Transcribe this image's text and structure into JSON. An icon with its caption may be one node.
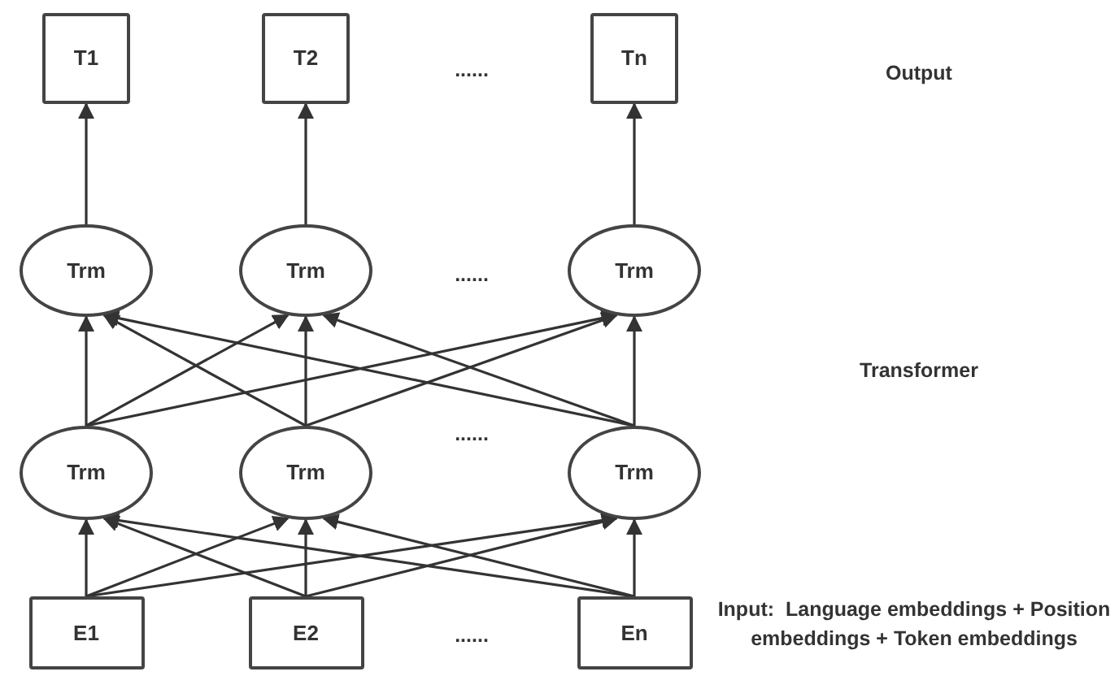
{
  "diagram": {
    "nodes": [
      {
        "text": [
          "T1"
        ]
      },
      {
        "text": [
          "T2"
        ]
      },
      {
        "text": [
          "Tn"
        ]
      },
      {
        "text": [
          "Trm"
        ]
      },
      {
        "text": [
          "Trm"
        ]
      },
      {
        "text": [
          "Trm"
        ]
      },
      {
        "text": [
          "Trm"
        ]
      },
      {
        "text": [
          "Trm"
        ]
      },
      {
        "text": [
          "Trm"
        ]
      },
      {
        "text": [
          "E1"
        ]
      },
      {
        "text": [
          "E2"
        ]
      },
      {
        "text": [
          "En"
        ]
      }
    ],
    "edges": [
      {
        "from": 3,
        "to": 0,
        "arrow": "to"
      },
      {
        "from": 4,
        "to": 1,
        "arrow": "to"
      },
      {
        "from": 5,
        "to": 2,
        "arrow": "to"
      },
      {
        "from": 6,
        "to": 3,
        "arrow": "to"
      },
      {
        "from": 6,
        "to": 4,
        "arrow": "to"
      },
      {
        "from": 6,
        "to": 5,
        "arrow": "to"
      },
      {
        "from": 7,
        "to": 3,
        "arrow": "to"
      },
      {
        "from": 7,
        "to": 4,
        "arrow": "to"
      },
      {
        "from": 7,
        "to": 5,
        "arrow": "to"
      },
      {
        "from": 8,
        "to": 3,
        "arrow": "to"
      },
      {
        "from": 8,
        "to": 4,
        "arrow": "to"
      },
      {
        "from": 8,
        "to": 5,
        "arrow": "to"
      },
      {
        "from": 9,
        "to": 6,
        "arrow": "to"
      },
      {
        "from": 9,
        "to": 7,
        "arrow": "to"
      },
      {
        "from": 9,
        "to": 8,
        "arrow": "to"
      },
      {
        "from": 10,
        "to": 6,
        "arrow": "to"
      },
      {
        "from": 10,
        "to": 7,
        "arrow": "to"
      },
      {
        "from": 10,
        "to": 8,
        "arrow": "to"
      },
      {
        "from": 11,
        "to": 6,
        "arrow": "to"
      },
      {
        "from": 11,
        "to": 7,
        "arrow": "to"
      },
      {
        "from": 11,
        "to": 8,
        "arrow": "to"
      }
    ],
    "labels": [
      "......",
      "Output",
      "......",
      "Transformer",
      "......",
      "......",
      "Input:  Language embeddings + Position embeddings + Token embeddings"
    ]
  }
}
